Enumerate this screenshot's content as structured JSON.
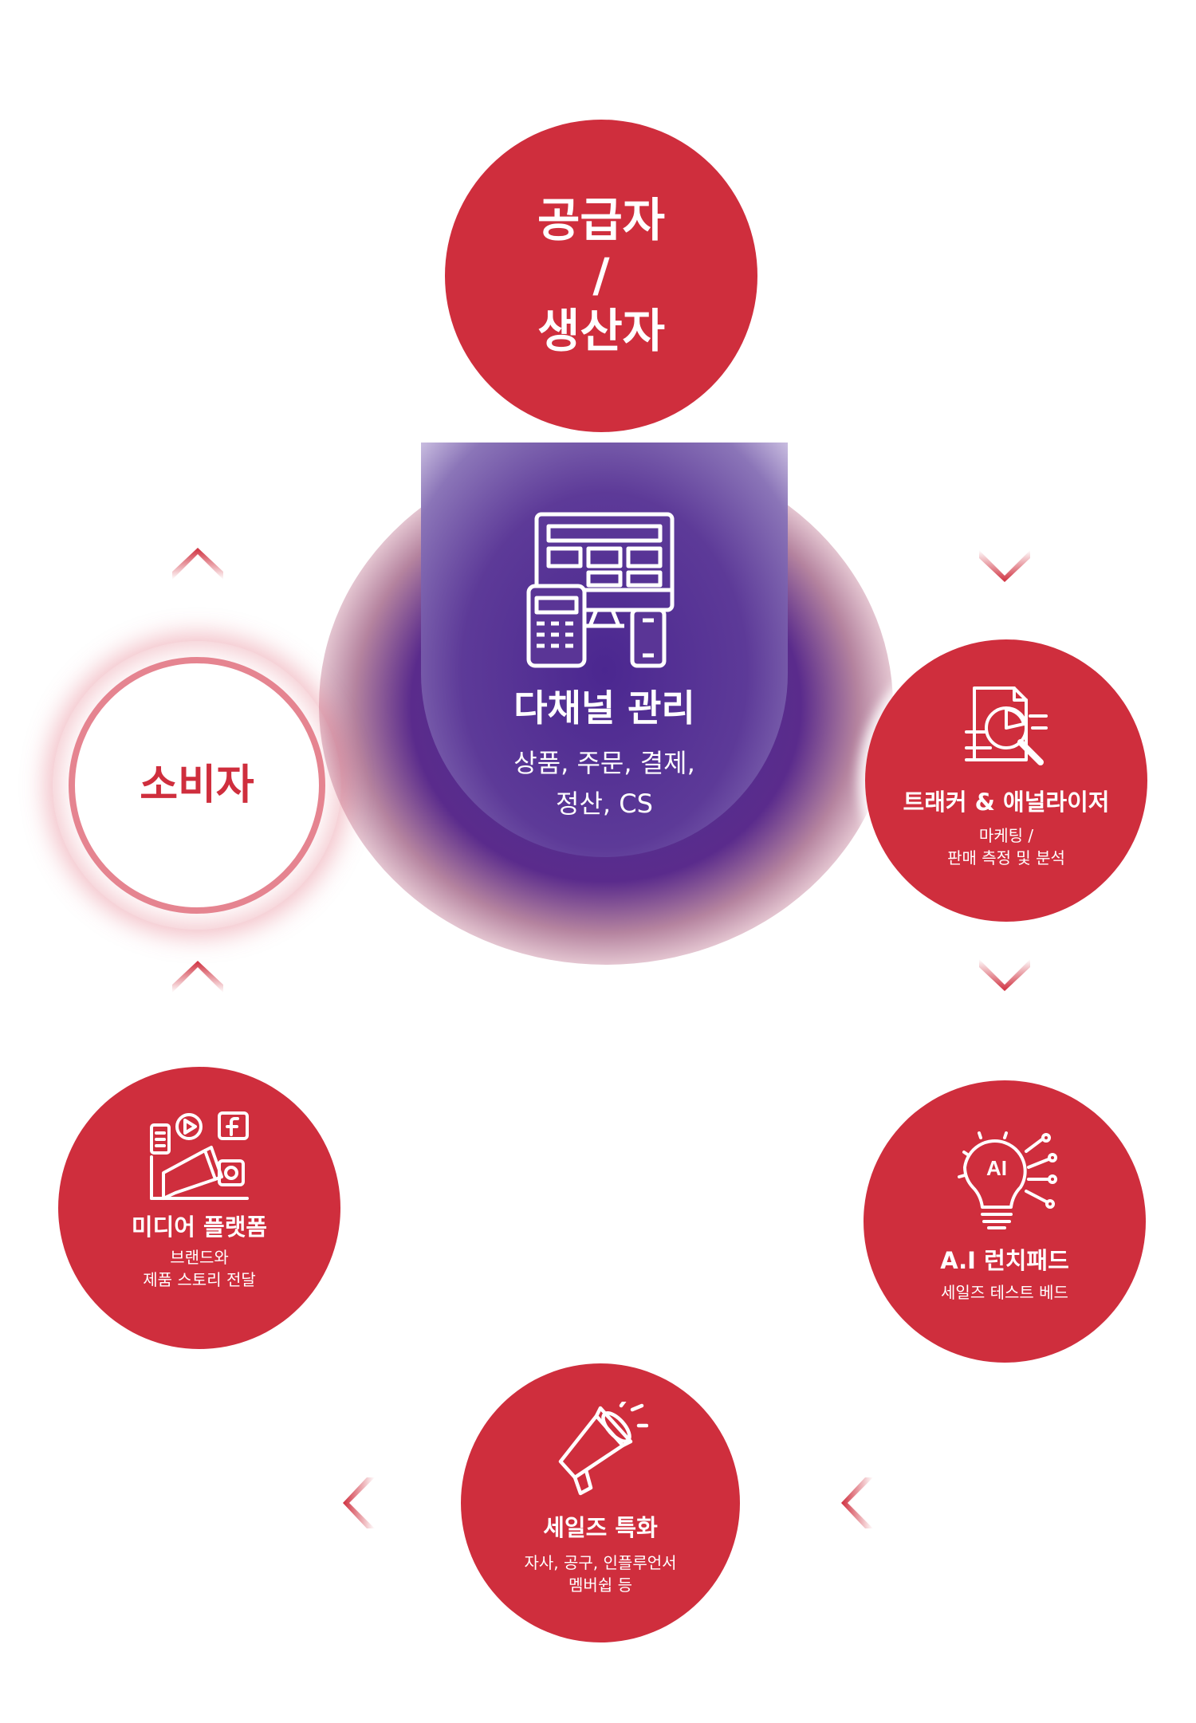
{
  "colors": {
    "accent_red": "#cf2e3d",
    "hub_purple": "#4b1f8c",
    "white": "#ffffff"
  },
  "nodes": {
    "supplier": {
      "line1": "공급자",
      "line2": "/",
      "line3": "생산자"
    },
    "consumer": {
      "title": "소비자"
    },
    "hub": {
      "title": "다채널 관리",
      "sub1": "상품, 주문, 결제,",
      "sub2": "정산, CS",
      "icon": "multi-device-icon"
    },
    "tracker": {
      "title": "트래커 & 애널라이저",
      "sub1": "마케팅 /",
      "sub2": "판매 측정 및 분석",
      "icon": "document-analysis-icon"
    },
    "ai": {
      "title": "A.I 런치패드",
      "sub1": "세일즈 테스트 베드",
      "icon": "ai-lightbulb-icon"
    },
    "sales": {
      "title": "세일즈 특화",
      "sub1": "자사, 공구, 인플루언서",
      "sub2": "멤버쉽 등",
      "icon": "megaphone-icon"
    },
    "media": {
      "title": "미디어 플랫폼",
      "sub1": "브랜드와",
      "sub2": "제품 스토리 전달",
      "icon": "social-media-icon"
    }
  }
}
